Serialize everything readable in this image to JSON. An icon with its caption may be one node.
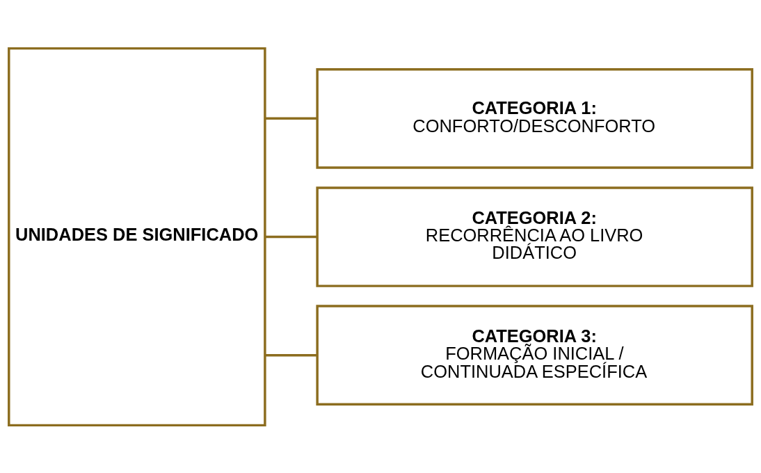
{
  "diagram": {
    "nodes": [
      {
        "text": [
          "UNIDADES DE SIGNIFICADO"
        ]
      },
      {
        "text": [
          "CATEGORIA 1:",
          "CONFORTO/DESCONFORTO"
        ]
      },
      {
        "text": [
          "CATEGORIA 2:",
          "RECORRÊNCIA AO LIVRO DIDÁTICO"
        ]
      },
      {
        "text": [
          "CATEGORIA 3:",
          "FORMAÇÃO INICIAL / CONTINUADA ESPECÍFICA"
        ]
      }
    ],
    "edges": [
      {
        "from": 0,
        "to": 1,
        "arrow": "none"
      },
      {
        "from": 0,
        "to": 2,
        "arrow": "none"
      },
      {
        "from": 0,
        "to": 3,
        "arrow": "none"
      }
    ]
  }
}
